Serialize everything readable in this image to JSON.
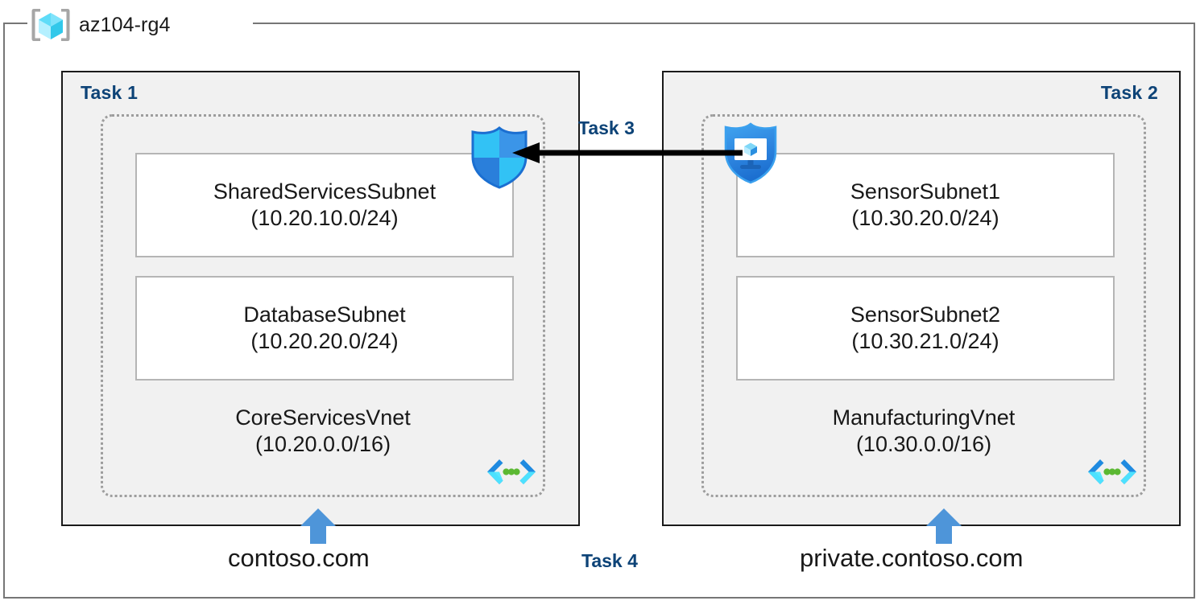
{
  "resource_group": {
    "name": "az104-rg4",
    "icon": "azure-resource-group-icon"
  },
  "panels": [
    {
      "task_label": "Task 1",
      "align": "left",
      "vnet": {
        "name": "CoreServicesVnet",
        "cidr": "(10.20.0.0/16)",
        "icon": "virtual-network-icon"
      },
      "subnets": [
        {
          "name": "SharedServicesSubnet",
          "cidr": "(10.20.10.0/24)"
        },
        {
          "name": "DatabaseSubnet",
          "cidr": "(10.20.20.0/24)"
        }
      ],
      "dns_zone": "contoso.com"
    },
    {
      "task_label": "Task 2",
      "align": "right",
      "vnet": {
        "name": "ManufacturingVnet",
        "cidr": "(10.30.0.0/16)",
        "icon": "virtual-network-icon"
      },
      "subnets": [
        {
          "name": "SensorSubnet1",
          "cidr": "(10.30.20.0/24)"
        },
        {
          "name": "SensorSubnet2",
          "cidr": "(10.30.21.0/24)"
        }
      ],
      "dns_zone": "private.contoso.com"
    }
  ],
  "connection": {
    "task_label": "Task 3",
    "direction": "right-to-left",
    "source_icon": "vm-shield-icon",
    "target_icon": "security-shield-icon"
  },
  "dns_task": {
    "task_label": "Task 4"
  },
  "colors": {
    "task_label": "#0d4377",
    "panel_fill": "#f1f1f1",
    "panel_border": "#1a1a1a",
    "vnet_border": "#9d9d9d",
    "subnet_border": "#b5b5b5",
    "rg_border": "#767676",
    "dns_arrow": "#4e95d9",
    "peering_arrow": "#000000",
    "text": "#181818"
  }
}
